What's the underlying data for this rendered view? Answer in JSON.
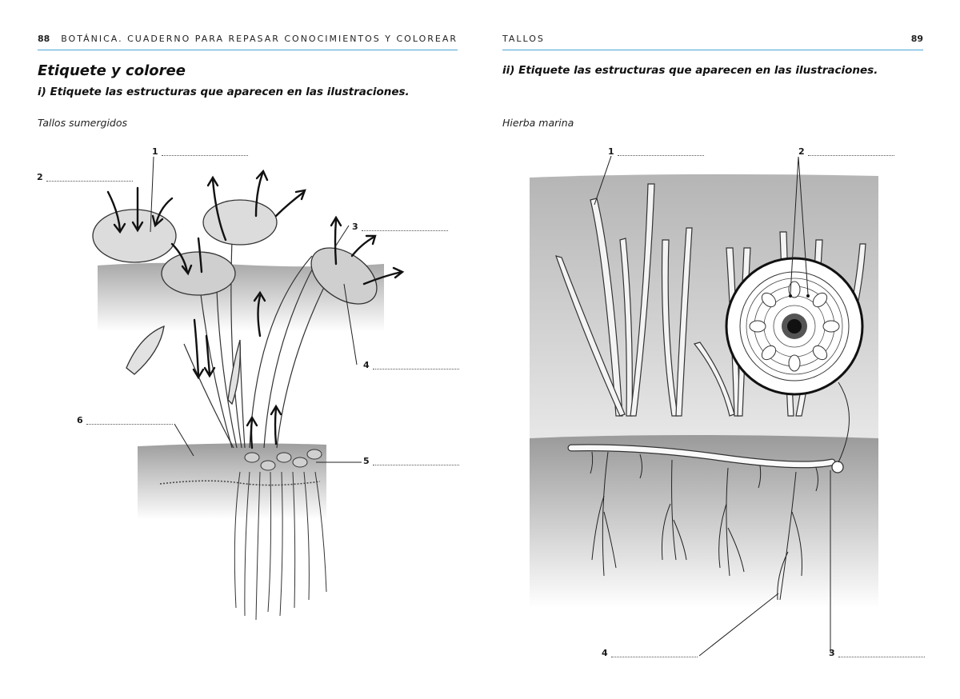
{
  "left_page": {
    "page_number": "88",
    "running_title": "BOTÁNICA. CUADERNO PARA REPASAR CONOCIMIENTOS Y COLOREAR",
    "heading": "Etiquete y coloree",
    "instruction": "i) Etiquete las estructuras que aparecen en las ilustraciones.",
    "caption": "Tallos sumergidos",
    "labels": [
      "1",
      "2",
      "3",
      "4",
      "5",
      "6"
    ]
  },
  "right_page": {
    "page_number": "89",
    "running_title": "TALLOS",
    "instruction": "ii) Etiquete las estructuras que aparecen en las ilustraciones.",
    "caption": "Hierba marina",
    "labels": [
      "1",
      "2",
      "3",
      "4"
    ]
  },
  "colors": {
    "rule": "#4aa5d6",
    "water": "#b9b9b9",
    "soil": "#a9a9a9",
    "ink": "#1a1a1a"
  }
}
